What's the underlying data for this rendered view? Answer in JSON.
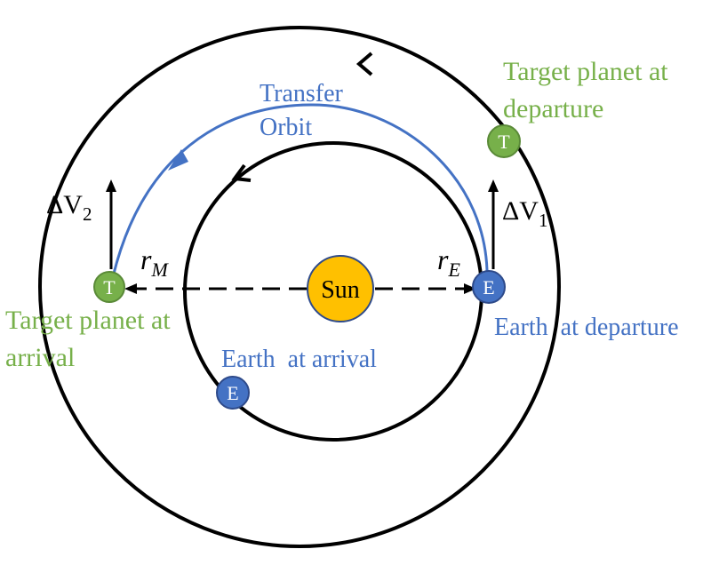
{
  "labels": {
    "sun": "Sun",
    "transfer_line1": "Transfer",
    "transfer_line2": "Orbit",
    "target_departure_line1": "Target planet at",
    "target_departure_line2": "departure",
    "target_arrival_line1": "Target planet at",
    "target_arrival_line2": "arrival",
    "earth_departure": "Earth  at departure",
    "earth_arrival": "Earth  at arrival",
    "r_m_base": "r",
    "r_m_sub": "M",
    "r_e_base": "r",
    "r_e_sub": "E",
    "dv1_base": "ΔV",
    "dv1_sub": "1",
    "dv2_base": "ΔV",
    "dv2_sub": "2"
  },
  "markers": {
    "earth": "E",
    "target": "T"
  },
  "colors": {
    "green": "#77b04a",
    "blue": "#4472c4",
    "sun_fill": "#ffc000",
    "black": "#000000"
  }
}
